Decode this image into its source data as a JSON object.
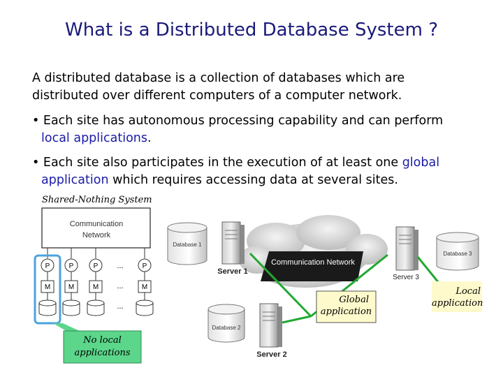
{
  "title": "What is a Distributed Database System ?",
  "intro": {
    "line1": "A distributed database is a collection of databases which are",
    "line2": "distributed over different computers of a computer network."
  },
  "bullet1": {
    "line1": "• Each site has autonomous processing capability and can perform",
    "hl": "local applications",
    "tail": "."
  },
  "bullet2": {
    "line1_pre": "• Each site also participates in the execution of at least one ",
    "line1_hl": "global",
    "line2_hl": "application",
    "line2_tail": " which requires accessing data at several sites."
  },
  "shared_nothing": {
    "label": "Shared-Nothing System",
    "comm_line1": "Communication",
    "comm_line2": "Network",
    "p": "P",
    "m": "M",
    "dots": "...",
    "no_local_line1": "No local",
    "no_local_line2": "applications"
  },
  "network": {
    "database1": "Database 1",
    "database2": "Database 2",
    "database3": "Database 3",
    "server1": "Server 1",
    "server2": "Server 2",
    "server3": "Server 3",
    "comm_network": "Communication Network",
    "global_line1": "Global",
    "global_line2": "application",
    "local_line1": "Local",
    "local_line2": "application"
  },
  "colors": {
    "title": "#1a1a7a",
    "highlight": "#1a1aa8",
    "green_arrow": "#22a832",
    "callout_green": "#5cd68a",
    "callout_yellow": "#fffacc",
    "blue_highlight": "#4aa3df"
  }
}
